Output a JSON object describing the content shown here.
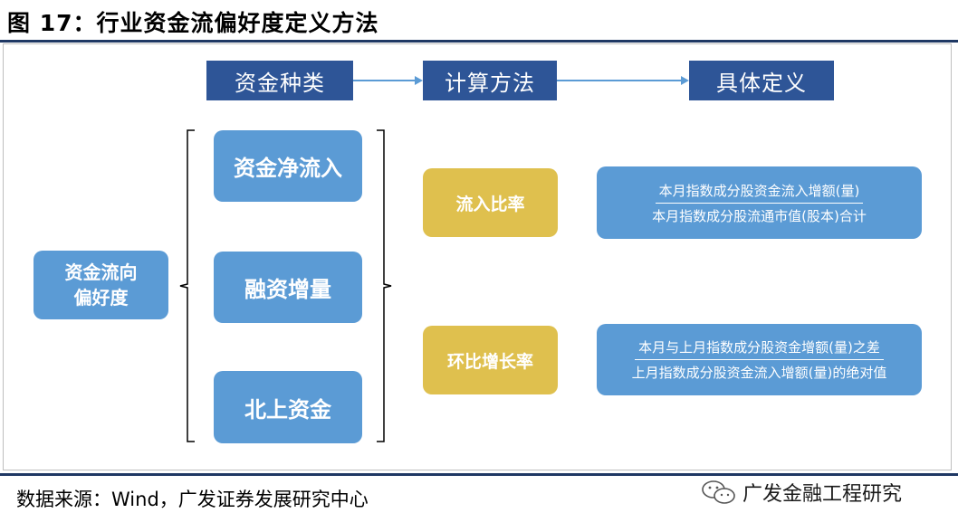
{
  "title": "图  17：行业资金流偏好度定义方法",
  "header": {
    "fund_type": "资金种类",
    "method": "计算方法",
    "definition": "具体定义"
  },
  "root": {
    "line1": "资金流向",
    "line2": "偏好度"
  },
  "fund_types": [
    "资金净流入",
    "融资增量",
    "北上资金"
  ],
  "methods": [
    {
      "label": "流入比率",
      "numerator": "本月指数成分股资金流入增额(量)",
      "denominator": "本月指数成分股流通市值(股本)合计"
    },
    {
      "label": "环比增长率",
      "numerator": "本月与上月指数成分股资金增额(量)之差",
      "denominator": "上月指数成分股资金流入增额(量)的绝对值"
    }
  ],
  "footer": {
    "source": "数据来源：Wind，广发证券发展研究中心",
    "watermark": "广发金融工程研究",
    "watermark_icon": "wechat-icon"
  },
  "colors": {
    "header_bg": "#2e5597",
    "box_blue": "#5b9bd5",
    "box_yellow": "#dfc04e",
    "rule": "#1f3864"
  }
}
